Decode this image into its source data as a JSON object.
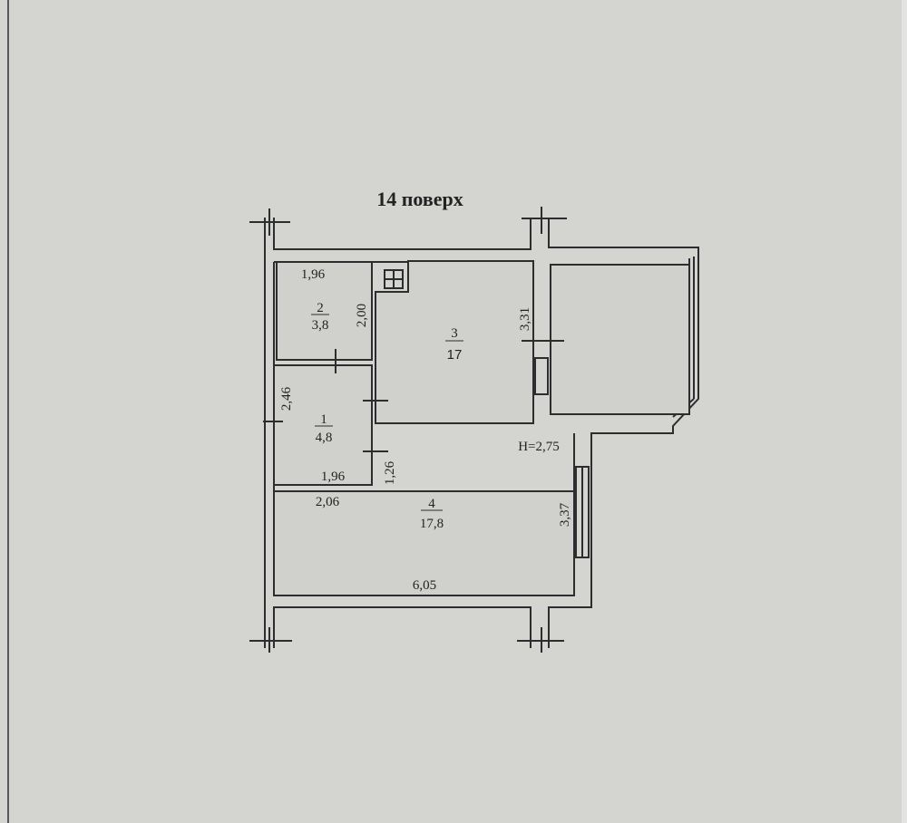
{
  "title": "14 поверх",
  "height_label": "H=2,75",
  "rooms": [
    {
      "number": "1",
      "area": "4,8"
    },
    {
      "number": "2",
      "area": "3,8"
    },
    {
      "number": "3",
      "area": "17"
    },
    {
      "number": "4",
      "area": "17,8"
    }
  ],
  "dimensions": {
    "room2_width": "1,96",
    "room2_height": "2,00",
    "room3_height": "3,31",
    "room1_height": "2,46",
    "room1_width": "1,96",
    "corridor_gap": "1,26",
    "room4_left_width": "2,06",
    "room4_height": "3,37",
    "room4_width": "6,05"
  }
}
